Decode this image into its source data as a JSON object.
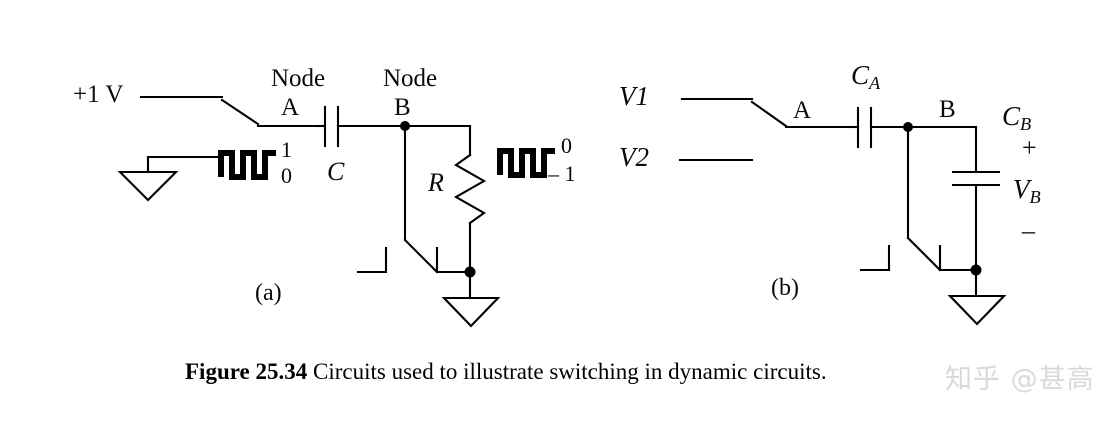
{
  "figure": {
    "caption_head": "Figure 25.34",
    "caption_body": "Circuits used to illustrate switching in dynamic circuits.",
    "subfigure_a_label": "(a)",
    "subfigure_b_label": "(b)",
    "line_color": "#000000",
    "background_color": "#ffffff",
    "watermark_text": "知乎 @甚高",
    "watermark_color": "#d9d9d9"
  },
  "circuit_a": {
    "supply_label": "+1 V",
    "node_a_title": "Node",
    "node_a_name": "A",
    "node_b_title": "Node",
    "node_b_name": "B",
    "capacitor_label": "C",
    "resistor_label": "R",
    "clock_left_high": "1",
    "clock_left_low": "0",
    "clock_right_high": "0",
    "clock_right_low": "– 1"
  },
  "circuit_b": {
    "source_1_label": "V1",
    "source_2_label": "V2",
    "node_a_name": "A",
    "node_b_name": "B",
    "cap_a_label_main": "C",
    "cap_a_label_sub": "A",
    "cap_b_label_main": "C",
    "cap_b_label_sub": "B",
    "voltage_label_main": "V",
    "voltage_label_sub": "B",
    "polarity_plus": "+",
    "polarity_minus": "–"
  }
}
